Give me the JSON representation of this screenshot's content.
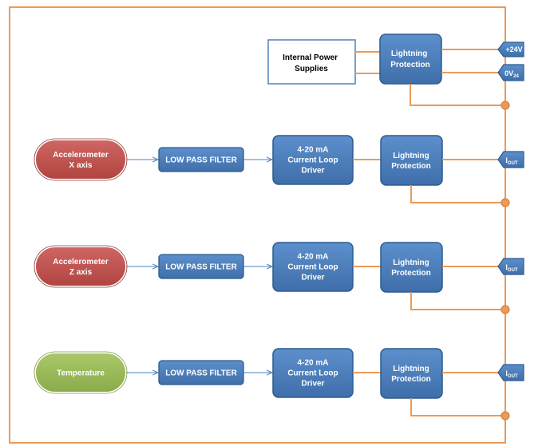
{
  "colors": {
    "wire": "#ED9A55",
    "blue_fill": "#4A7EBB",
    "blue_edge": "#2C5C8F",
    "red_fill": "#C0504D",
    "green_fill": "#9BBB59",
    "signal_line": "#4F81BD"
  },
  "power": {
    "internal_supplies": [
      "Internal Power",
      "Supplies"
    ],
    "lightning": [
      "Lightning",
      "Protection"
    ],
    "terminal_plus": "+24V",
    "terminal_zero": "0V",
    "terminal_zero_sub": "24"
  },
  "channels": [
    {
      "sensor": [
        "Accelerometer",
        "X axis"
      ],
      "sensor_color": "red",
      "filter": "LOW PASS FILTER",
      "driver": [
        "4-20 mA",
        "Current Loop",
        "Driver"
      ],
      "lightning": [
        "Lightning",
        "Protection"
      ],
      "terminal": "I",
      "terminal_sub": "OUT"
    },
    {
      "sensor": [
        "Accelerometer",
        "Z axis"
      ],
      "sensor_color": "red",
      "filter": "LOW PASS FILTER",
      "driver": [
        "4-20 mA",
        "Current Loop",
        "Driver"
      ],
      "lightning": [
        "Lightning",
        "Protection"
      ],
      "terminal": "I",
      "terminal_sub": "OUT"
    },
    {
      "sensor": [
        "Temperature"
      ],
      "sensor_color": "green",
      "filter": "LOW PASS FILTER",
      "driver": [
        "4-20 mA",
        "Current Loop",
        "Driver"
      ],
      "lightning": [
        "Lightning",
        "Protection"
      ],
      "terminal": "I",
      "terminal_sub": "OUT"
    }
  ]
}
